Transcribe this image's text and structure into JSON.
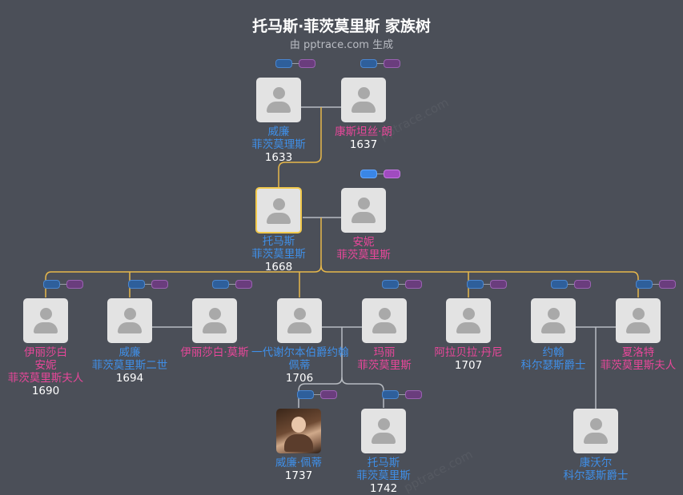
{
  "header": {
    "title": "托马斯·菲茨莫里斯 家族树",
    "subtitle": "由 pptrace.com 生成",
    "watermark": "pptrace.com"
  },
  "colors": {
    "background": "#4b4f58",
    "male": "#3f8fe8",
    "female": "#e8479a",
    "focus_link": "#e8b84a",
    "link": "#b8bcc2"
  },
  "people": {
    "p_william_1633": {
      "lines": [
        "威廉",
        "菲茨莫理斯"
      ],
      "year": "1633",
      "gender": "male"
    },
    "p_constance": {
      "lines": [
        "康斯坦丝·朗"
      ],
      "year": "1637",
      "gender": "female"
    },
    "p_thomas_1668": {
      "lines": [
        "托马斯",
        "菲茨莫里斯"
      ],
      "year": "1668",
      "gender": "male",
      "focus": true
    },
    "p_anne": {
      "lines": [
        "安妮",
        "菲茨莫里斯"
      ],
      "year": "",
      "gender": "female"
    },
    "p_elizabeth_1690": {
      "lines": [
        "伊丽莎白",
        "安妮",
        "菲茨莫里斯夫人"
      ],
      "year": "1690",
      "gender": "female"
    },
    "p_william_1694": {
      "lines": [
        "威廉",
        "菲茨莫里斯二世"
      ],
      "year": "1694",
      "gender": "male"
    },
    "p_elizabeth_mo": {
      "lines": [
        "伊丽莎白·莫斯"
      ],
      "year": "",
      "gender": "female"
    },
    "p_john_1706": {
      "lines": [
        "一代谢尔本伯爵约翰",
        "佩蒂"
      ],
      "year": "1706",
      "gender": "male"
    },
    "p_mary": {
      "lines": [
        "玛丽",
        "菲茨莫里斯"
      ],
      "year": "",
      "gender": "female"
    },
    "p_arabella": {
      "lines": [
        "阿拉贝拉·丹尼"
      ],
      "year": "1707",
      "gender": "female"
    },
    "p_john_carbery": {
      "lines": [
        "约翰",
        "科尔瑟斯爵士"
      ],
      "year": "",
      "gender": "male"
    },
    "p_charlotte": {
      "lines": [
        "夏洛特",
        "菲茨莫里斯夫人"
      ],
      "year": "",
      "gender": "female"
    },
    "p_william_1737": {
      "lines": [
        "威廉·佩蒂"
      ],
      "year": "1737",
      "gender": "male",
      "photo": true
    },
    "p_thomas_1742": {
      "lines": [
        "托马斯",
        "菲茨莫里斯"
      ],
      "year": "1742",
      "gender": "male"
    },
    "p_edward": {
      "lines": [
        "康沃尔",
        "科尔瑟斯爵士"
      ],
      "year": "",
      "gender": "male"
    }
  }
}
